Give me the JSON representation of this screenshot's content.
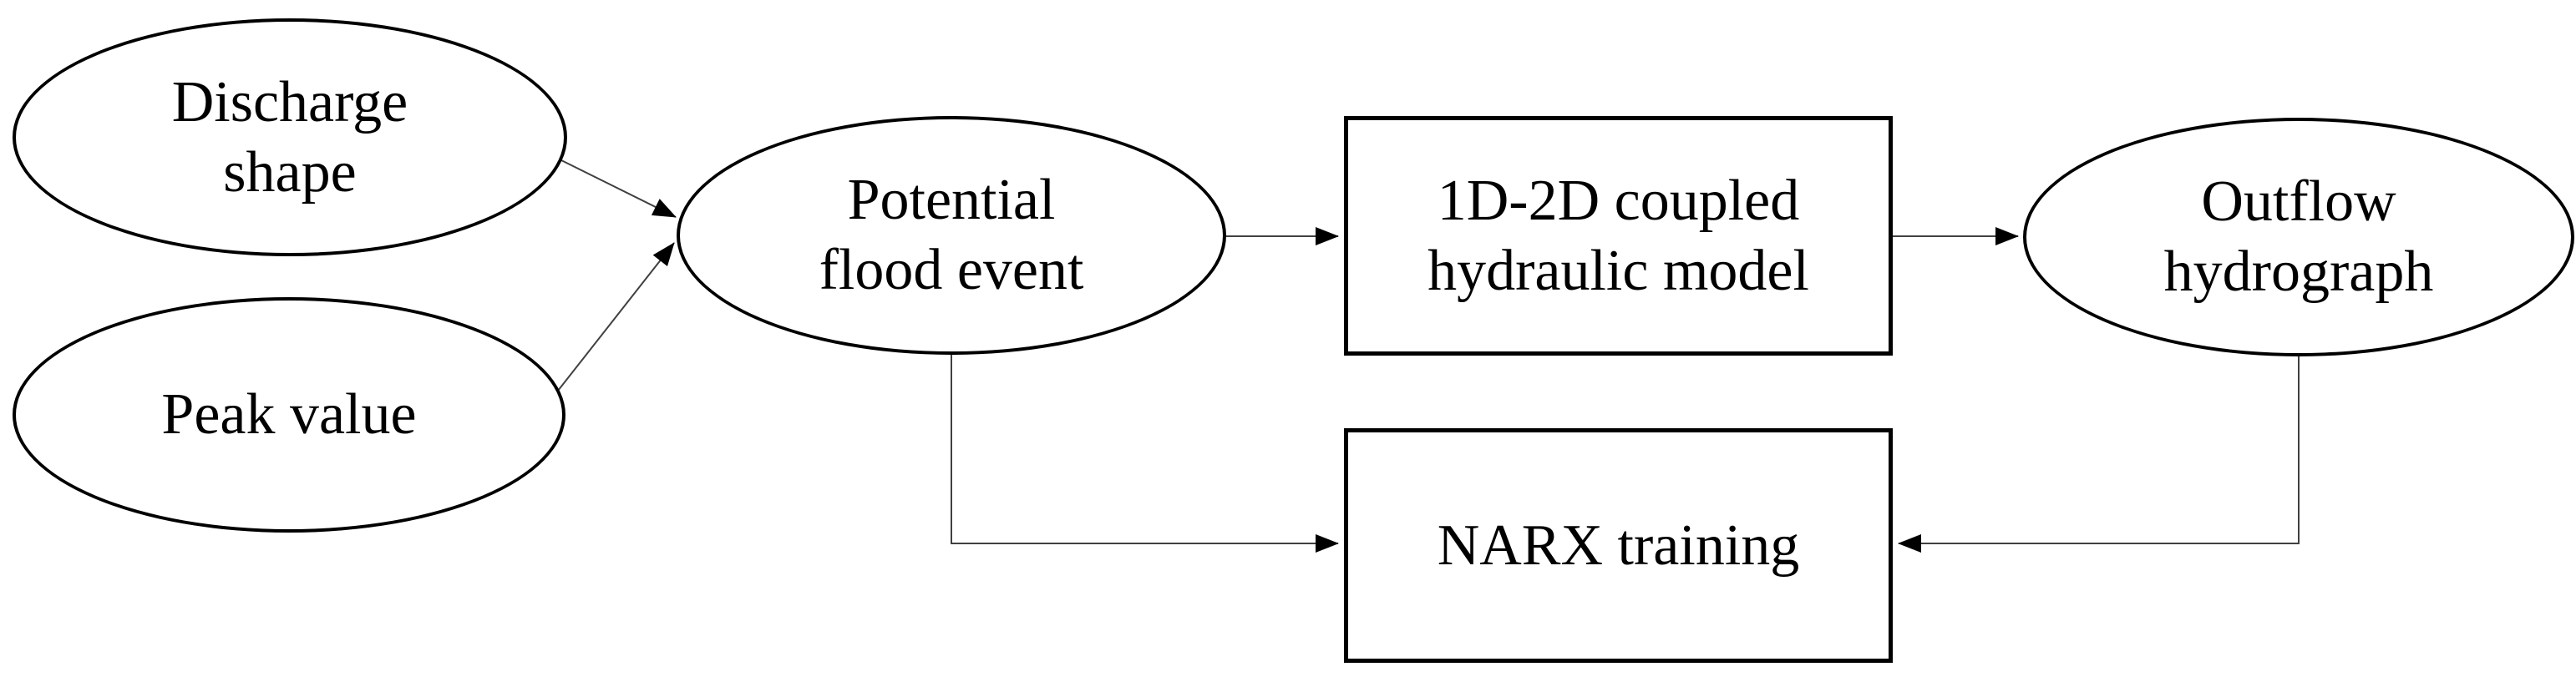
{
  "figure": {
    "type": "flowchart",
    "background_color": "#ffffff",
    "shape_stroke_color": "#000000",
    "connector_color": "#404040",
    "text_color": "#000000"
  },
  "nodes": {
    "discharge_shape": {
      "shape": "ellipse",
      "lines": [
        "Discharge",
        "shape"
      ]
    },
    "peak_value": {
      "shape": "ellipse",
      "lines": [
        "Peak value"
      ]
    },
    "potential_flood_event": {
      "shape": "ellipse",
      "lines": [
        "Potential",
        "flood event"
      ]
    },
    "hydraulic_model": {
      "shape": "rect",
      "lines": [
        "1D-2D coupled",
        "hydraulic model"
      ]
    },
    "outflow_hydrograph": {
      "shape": "ellipse",
      "lines": [
        "Outflow",
        "hydrograph"
      ]
    },
    "narx_training": {
      "shape": "rect",
      "lines": [
        "NARX training"
      ]
    }
  },
  "edges": [
    {
      "from": "discharge_shape",
      "to": "potential_flood_event"
    },
    {
      "from": "peak_value",
      "to": "potential_flood_event"
    },
    {
      "from": "potential_flood_event",
      "to": "hydraulic_model"
    },
    {
      "from": "hydraulic_model",
      "to": "outflow_hydrograph"
    },
    {
      "from": "potential_flood_event",
      "to": "narx_training"
    },
    {
      "from": "outflow_hydrograph",
      "to": "narx_training"
    }
  ]
}
